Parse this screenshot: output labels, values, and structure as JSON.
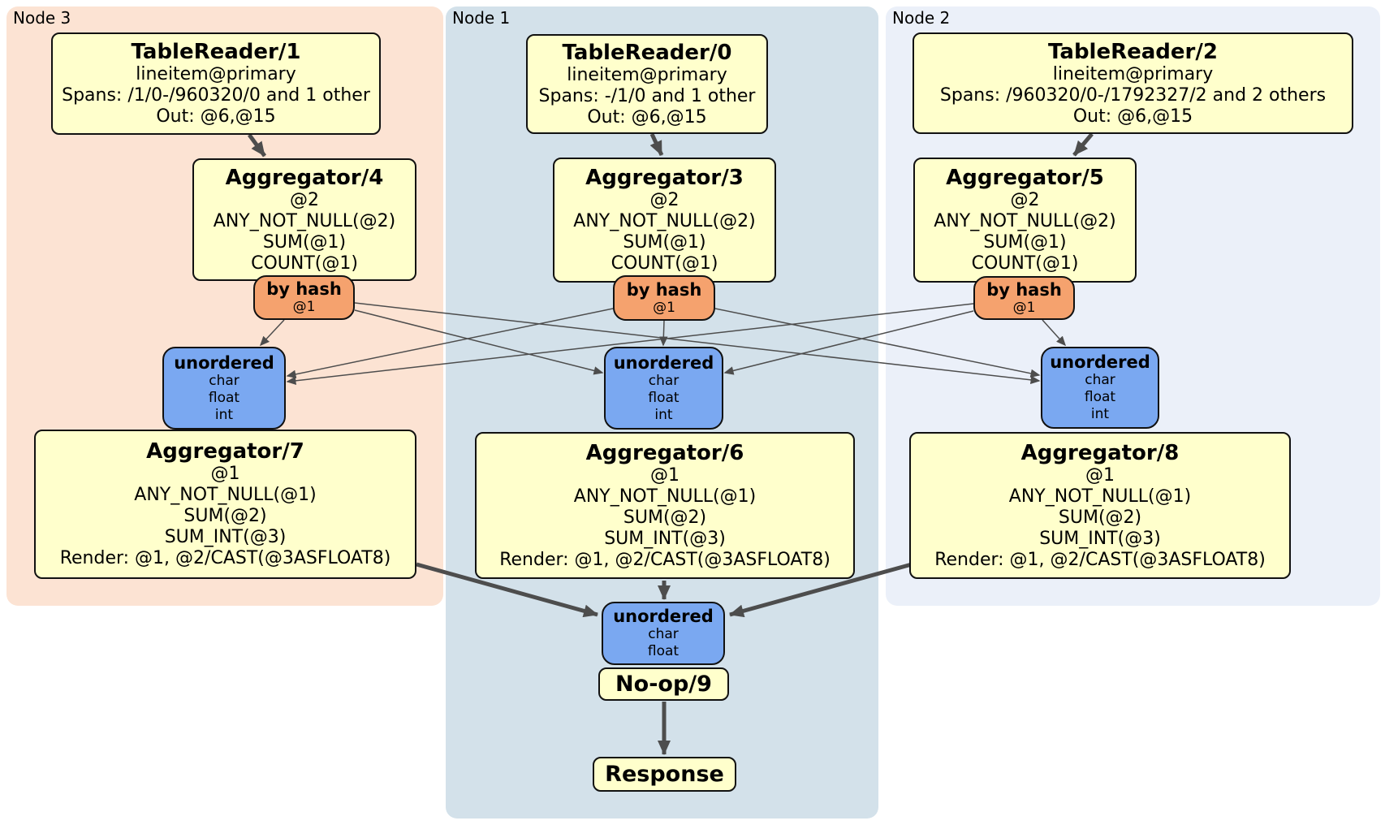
{
  "nodes": [
    {
      "label": "Node 3"
    },
    {
      "label": "Node 1"
    },
    {
      "label": "Node 2"
    }
  ],
  "processors": {
    "tr1": {
      "title": "TableReader/1",
      "lines": [
        "lineitem@primary",
        "Spans: /1/0-/960320/0 and 1 other",
        "Out: @6,@15"
      ]
    },
    "tr0": {
      "title": "TableReader/0",
      "lines": [
        "lineitem@primary",
        "Spans: -/1/0 and 1 other",
        "Out: @6,@15"
      ]
    },
    "tr2": {
      "title": "TableReader/2",
      "lines": [
        "lineitem@primary",
        "Spans: /960320/0-/1792327/2 and 2 others",
        "Out: @6,@15"
      ]
    },
    "agg4": {
      "title": "Aggregator/4",
      "lines": [
        "@2",
        "ANY_NOT_NULL(@2)",
        "SUM(@1)",
        "COUNT(@1)"
      ]
    },
    "agg3": {
      "title": "Aggregator/3",
      "lines": [
        "@2",
        "ANY_NOT_NULL(@2)",
        "SUM(@1)",
        "COUNT(@1)"
      ]
    },
    "agg5": {
      "title": "Aggregator/5",
      "lines": [
        "@2",
        "ANY_NOT_NULL(@2)",
        "SUM(@1)",
        "COUNT(@1)"
      ]
    },
    "agg7": {
      "title": "Aggregator/7",
      "lines": [
        "@1",
        "ANY_NOT_NULL(@1)",
        "SUM(@2)",
        "SUM_INT(@3)",
        "Render: @1, @2/CAST(@3ASFLOAT8)"
      ]
    },
    "agg6": {
      "title": "Aggregator/6",
      "lines": [
        "@1",
        "ANY_NOT_NULL(@1)",
        "SUM(@2)",
        "SUM_INT(@3)",
        "Render: @1, @2/CAST(@3ASFLOAT8)"
      ]
    },
    "agg8": {
      "title": "Aggregator/8",
      "lines": [
        "@1",
        "ANY_NOT_NULL(@1)",
        "SUM(@2)",
        "SUM_INT(@3)",
        "Render: @1, @2/CAST(@3ASFLOAT8)"
      ]
    },
    "noop": {
      "title": "No-op/9"
    },
    "response": {
      "title": "Response"
    }
  },
  "routers": {
    "left": {
      "title": "by hash",
      "detail": "@1"
    },
    "center": {
      "title": "by hash",
      "detail": "@1"
    },
    "right": {
      "title": "by hash",
      "detail": "@1"
    }
  },
  "syncs": {
    "left": {
      "title": "unordered",
      "items": [
        "char",
        "float",
        "int"
      ]
    },
    "center": {
      "title": "unordered",
      "items": [
        "char",
        "float",
        "int"
      ]
    },
    "right": {
      "title": "unordered",
      "items": [
        "char",
        "float",
        "int"
      ]
    },
    "final": {
      "title": "unordered",
      "items": [
        "char",
        "float"
      ]
    }
  },
  "colors": {
    "node3_bg": "#fce3d3",
    "node1_bg": "#d3e1ea",
    "node2_bg": "#ebf0f9",
    "processor_bg": "#ffffcc",
    "router_bg": "#f5a26e",
    "sync_bg": "#7aa8f1",
    "edge": "#4d4d4d",
    "border": "#111111"
  }
}
